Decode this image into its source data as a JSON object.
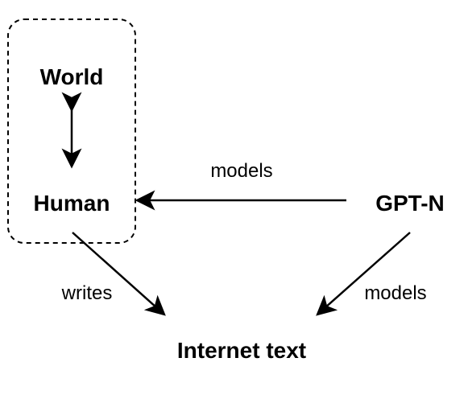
{
  "nodes": {
    "world": "World",
    "human": "Human",
    "gpt_n": "GPT-N",
    "internet_text": "Internet text"
  },
  "edges": {
    "gpt_models_human": "models",
    "human_writes_text": "writes",
    "gpt_models_text": "models"
  },
  "colors": {
    "stroke": "#000000",
    "background": "#ffffff"
  }
}
